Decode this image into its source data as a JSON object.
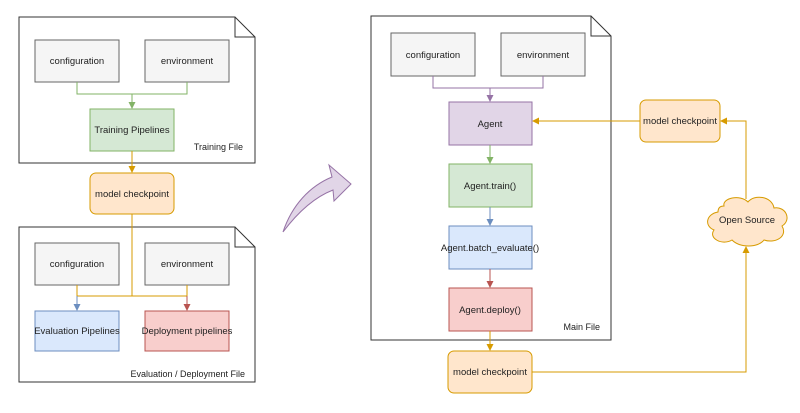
{
  "colors": {
    "grey_fill": "#f5f5f5",
    "grey_stroke": "#666666",
    "green_fill": "#d5e8d4",
    "green_stroke": "#82b366",
    "purple_fill": "#e1d5e7",
    "purple_stroke": "#9673a6",
    "blue_fill": "#dae8fc",
    "blue_stroke": "#6c8ebf",
    "red_fill": "#f8cecc",
    "red_stroke": "#b85450",
    "orange_fill": "#ffe6cc",
    "orange_stroke": "#d79b00",
    "big_arrow_fill": "#e1d5e7"
  },
  "training_doc": {
    "label": "Training File",
    "configuration": "configuration",
    "environment": "environment",
    "pipeline": "Training Pipelines"
  },
  "model_checkpoint_left": "model checkpoint",
  "eval_doc": {
    "label": "Evaluation / Deployment File",
    "configuration": "configuration",
    "environment": "environment",
    "evaluation": "Evaluation Pipelines",
    "deployment": "Deployment pipelines"
  },
  "main_doc": {
    "label": "Main File",
    "configuration": "configuration",
    "environment": "environment",
    "agent": "Agent",
    "train": "Agent.train()",
    "evaluate": "Agent.batch_evaluate()",
    "deploy": "Agent.deploy()"
  },
  "model_checkpoint_bottom": "model checkpoint",
  "model_checkpoint_right": "model checkpoint",
  "open_source": "Open Source"
}
